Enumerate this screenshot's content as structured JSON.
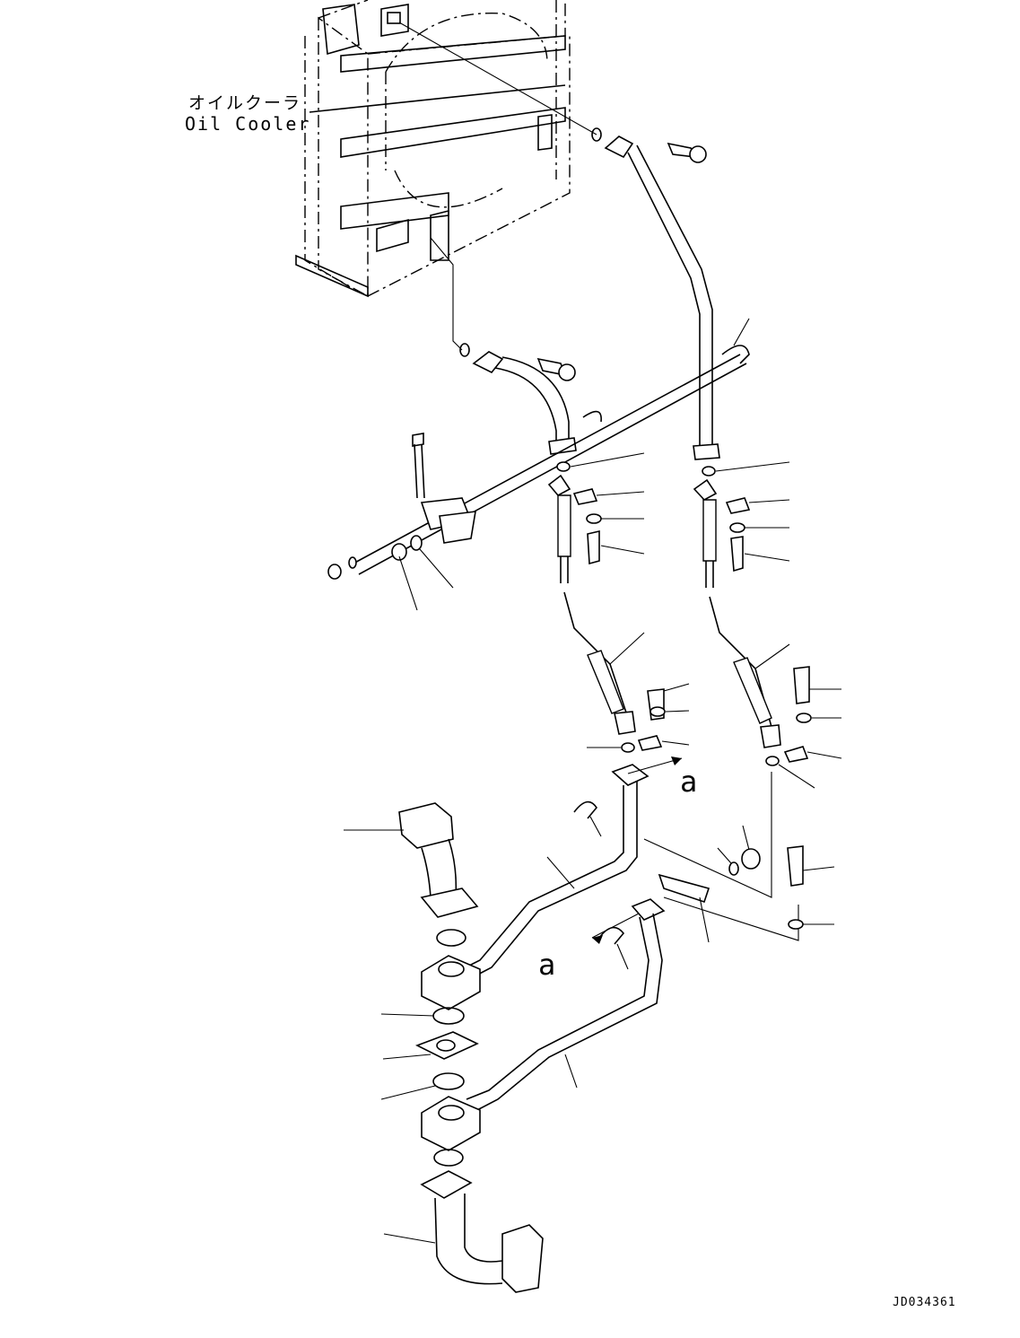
{
  "component_label_jp": "オイルクーラ",
  "component_label_en": "Oil Cooler",
  "connection_marker_top": "a",
  "connection_marker_bottom": "a",
  "drawing_id": "JD034361"
}
